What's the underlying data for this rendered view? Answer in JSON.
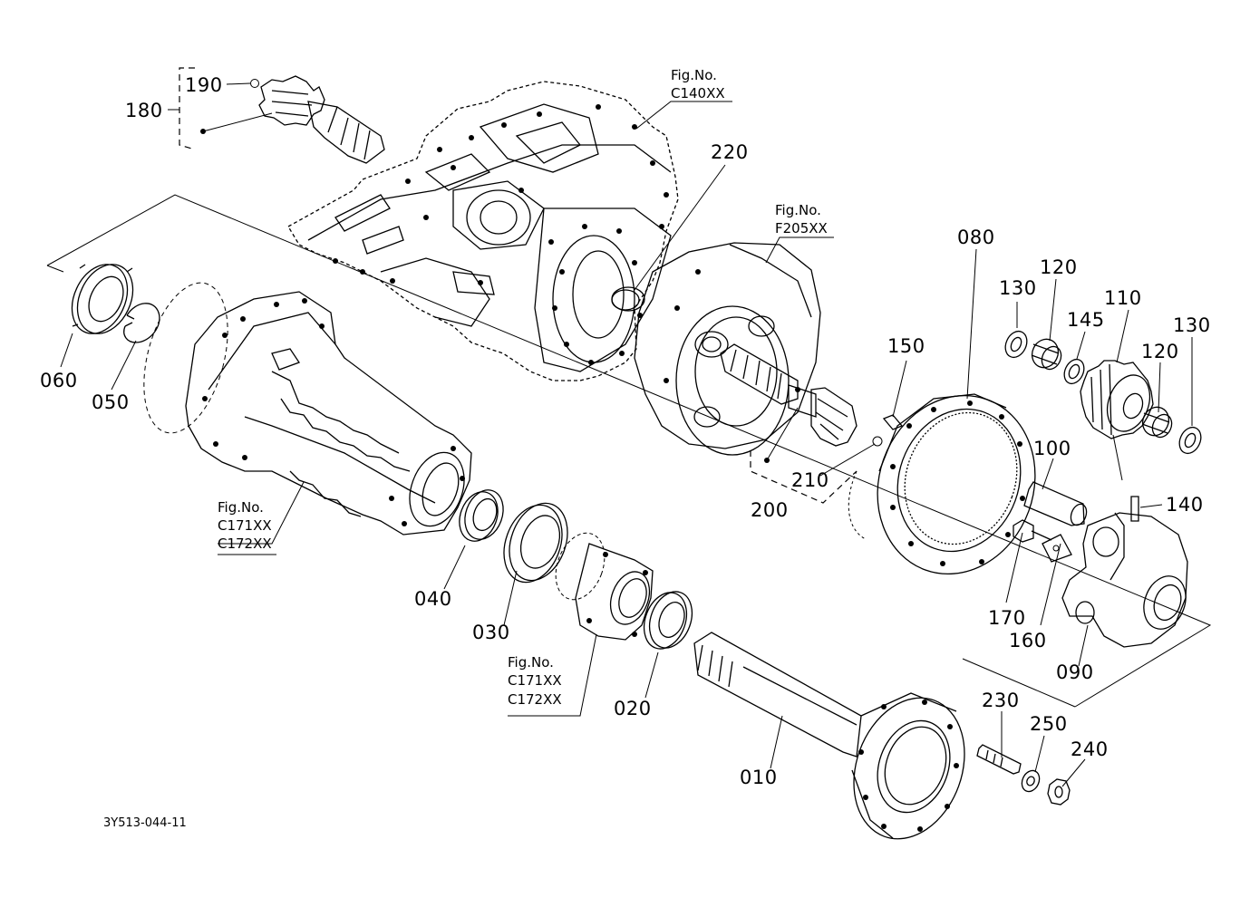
{
  "drawing_code": "3Y513-044-11",
  "callouts": {
    "p010": "010",
    "p020": "020",
    "p030": "030",
    "p040": "040",
    "p050": "050",
    "p060": "060",
    "p080": "080",
    "p090": "090",
    "p100": "100",
    "p110": "110",
    "p120a": "120",
    "p120b": "120",
    "p130a": "130",
    "p130b": "130",
    "p140": "140",
    "p145": "145",
    "p150": "150",
    "p160": "160",
    "p170": "170",
    "p180": "180",
    "p190": "190",
    "p200": "200",
    "p210": "210",
    "p220": "220",
    "p230": "230",
    "p240": "240",
    "p250": "250"
  },
  "figure_refs": {
    "c140": {
      "heading": "Fig.No.",
      "codes": [
        "C140XX"
      ]
    },
    "f205": {
      "heading": "Fig.No.",
      "codes": [
        "F205XX"
      ]
    },
    "c171_left": {
      "heading": "Fig.No.",
      "codes": [
        "C171XX",
        "C172XX"
      ]
    },
    "c171_mid": {
      "heading": "Fig.No.",
      "codes": [
        "C171XX",
        "C172XX"
      ]
    }
  }
}
